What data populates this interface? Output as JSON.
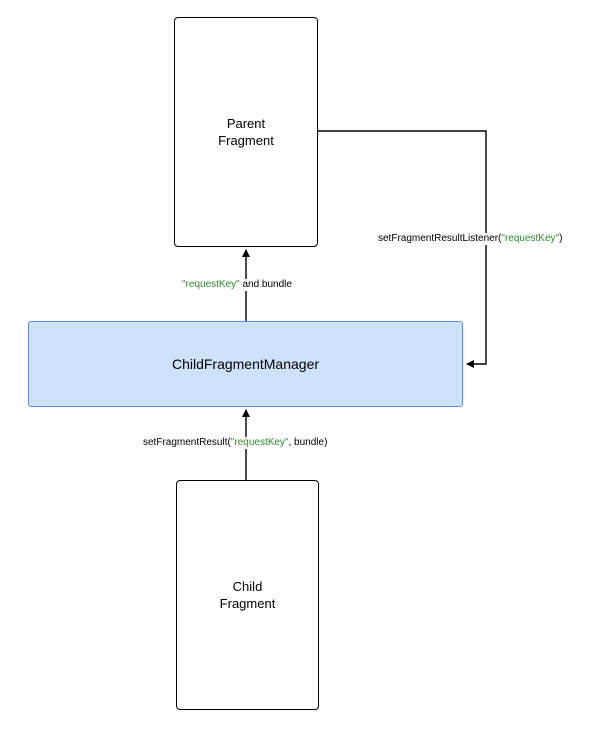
{
  "nodes": {
    "parent": {
      "line1": "Parent",
      "line2": "Fragment"
    },
    "manager": {
      "label": "ChildFragmentManager"
    },
    "child": {
      "line1": "Child",
      "line2": "Fragment"
    }
  },
  "edges": {
    "child_to_manager": {
      "prefix": "setFragmentResult(",
      "key": "\"requestKey\"",
      "suffix": ", bundle)"
    },
    "manager_to_parent": {
      "key": "\"requestKey\"",
      "suffix": " and bundle"
    },
    "parent_to_manager": {
      "prefix": "setFragmentResultListener(",
      "key": "\"requestKey\"",
      "suffix": ")"
    }
  },
  "colors": {
    "manager_fill": "#cfe2fc",
    "manager_border": "#5f8ed8",
    "string_literal": "#2e8b2e"
  }
}
